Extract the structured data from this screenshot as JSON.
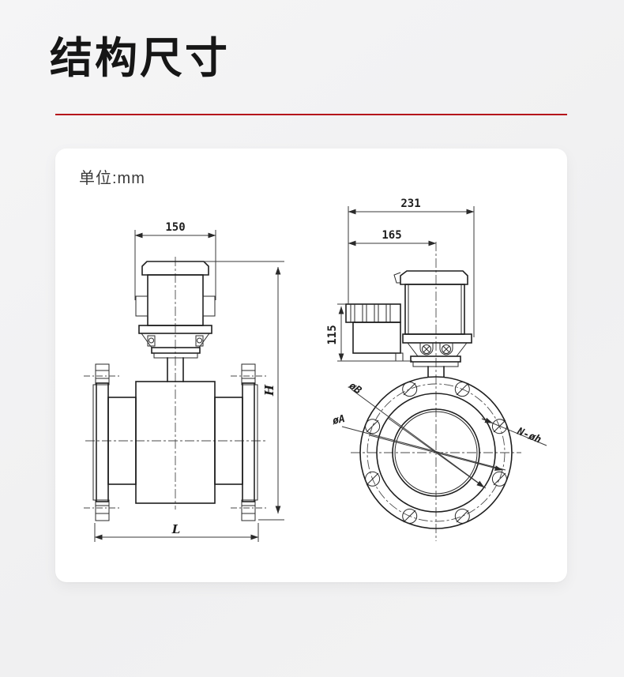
{
  "page": {
    "title": "结构尺寸",
    "accent_color": "#b5131b",
    "background_color": "#f2f2f3"
  },
  "panel": {
    "unit_label": "单位:mm"
  },
  "drawing": {
    "side_view": {
      "dim_width": "150",
      "dim_height": "H",
      "dim_length": "L"
    },
    "front_view": {
      "dim_total_width": "231",
      "dim_offset_width": "165",
      "dim_height": "115",
      "label_bolt_circle": "øA",
      "label_face": "øB",
      "label_holes": "N-øh"
    }
  }
}
